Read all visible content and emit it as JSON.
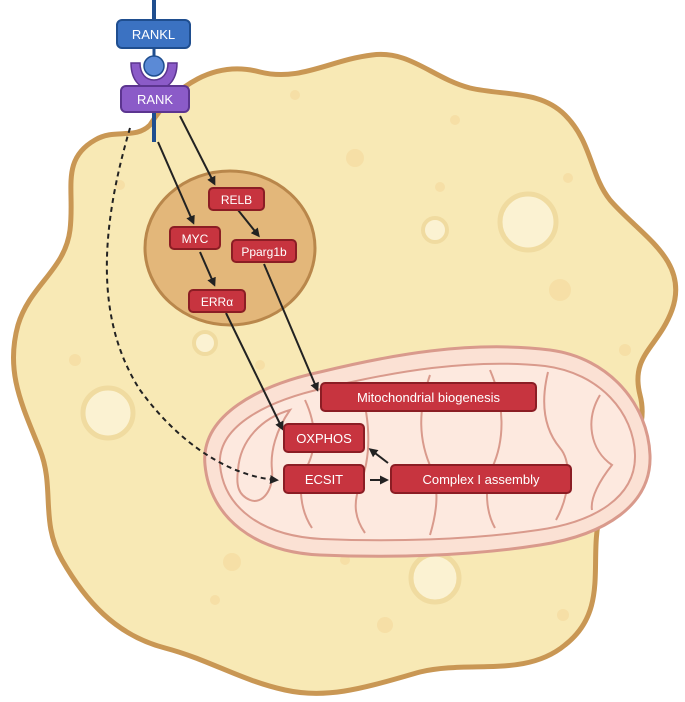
{
  "labels": {
    "rankl": "RANKL",
    "rank": "RANK",
    "relb": "RELB",
    "myc": "MYC",
    "pparg1b": "Pparg1b",
    "erra": "ERRα",
    "mito_biogenesis": "Mitochondrial biogenesis",
    "oxphos": "OXPHOS",
    "ecsit": "ECSIT",
    "complex1": "Complex I assembly"
  },
  "colors": {
    "cell_fill": "#f8e9b5",
    "cell_stroke": "#c99754",
    "nucleus_fill": "#e3b77a",
    "nucleus_stroke": "#b9874b",
    "mito_fill": "#fbe1d4",
    "mito_stroke": "#d99a8c",
    "red_box": "#c7343f",
    "red_box_stroke": "#8b1d24",
    "rankl_box": "#3b72c2",
    "rankl_stroke": "#1f4e8f",
    "rank_box": "#8b5bc8",
    "rank_stroke": "#5c3590",
    "arrow": "#222222"
  }
}
